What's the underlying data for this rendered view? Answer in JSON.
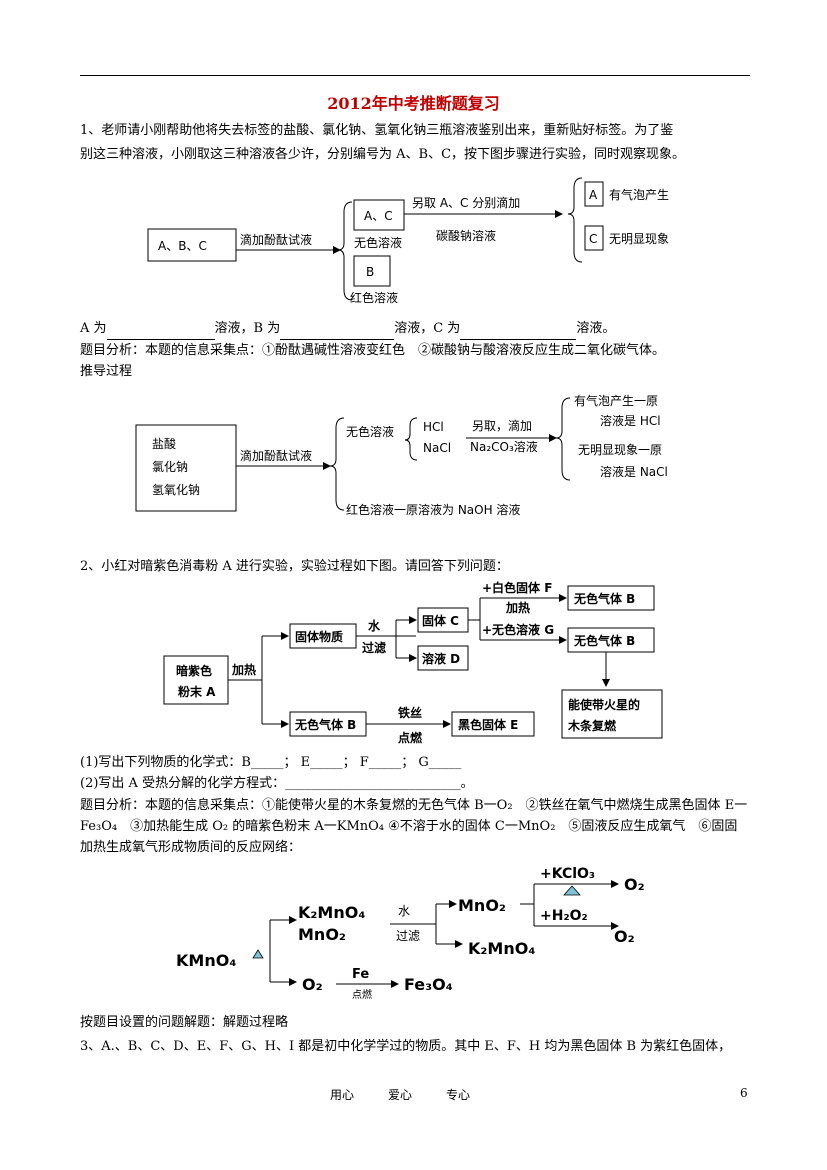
{
  "title": "2012年中考推断题复习",
  "q1": {
    "line1": "1、老师请小刚帮助他将失去标签的盐酸、氯化钠、氢氧化钠三瓶溶液鉴别出来，重新贴好标签。为了鉴",
    "line2": "别这三种溶液，小刚取这三种溶液各少许，分别编号为 A、B、C，按下图步骤进行实验，同时观察现象。",
    "d1": {
      "start": "A、B、C",
      "arrow1": "滴加酚酞试液",
      "box_ac": "A、C",
      "colorless": "无色溶液",
      "box_b": "B",
      "red": "红色溶液",
      "arrow2_top": "另取 A、C 分别滴加",
      "arrow2_bottom": "碳酸钠溶液",
      "box_a": "A",
      "res_a": "有气泡产生",
      "box_c": "C",
      "res_c": "无明显现象"
    },
    "answer_a": "A 为",
    "answer_b": "溶液，B 为",
    "answer_c": "溶液，C 为",
    "answer_end": "溶液。",
    "analysis": "题目分析：本题的信息采集点：①酚酞遇碱性溶液变红色　②碳酸钠与酸溶液反应生成二氧化碳气体。",
    "process": "推导过程",
    "d2": {
      "box1": "盐酸",
      "box2": "氯化钠",
      "box3": "氢氧化钠",
      "arrow": "滴加酚酞试液",
      "colorless": "无色溶液",
      "hcl": "HCl",
      "nacl": "NaCl",
      "arrow2_top": "另取，滴加",
      "arrow2_bottom": "Na₂CO₃溶液",
      "r1a": "有气泡产生一原",
      "r1b": "溶液是 HCl",
      "r2a": "无明显现象一原",
      "r2b": "溶液是 NaCl",
      "red": "红色溶液一原溶液为 NaOH 溶液"
    }
  },
  "q2": {
    "line1": "2、小红对暗紫色消毒粉 A 进行实验，实验过程如下图。请回答下列问题：",
    "d3": {
      "start1": "暗紫色",
      "start2": "粉末 A",
      "heat": "加热",
      "solid": "固体物质",
      "water": "水",
      "filter": "过滤",
      "solid_c": "固体 C",
      "solution_d": "溶液 D",
      "plus_f": "+白色固体 F",
      "heat2": "加热",
      "gas_b1": "无色气体 B",
      "plus_g": "+无色溶液 G",
      "gas_b2": "无色气体 B",
      "relight1": "能使带火星的",
      "relight2": "木条复燃",
      "gas_b3": "无色气体 B",
      "wire": "铁丝",
      "ignite": "点燃",
      "black_e": "黑色固体 E"
    },
    "q_formula": "(1)写出下列物质的化学式：B_____； E_____； F_____； G_____",
    "q_equation": "(2)写出 A 受热分解的化学方程式：___________________________。",
    "analysis": "题目分析：本题的信息采集点：①能使带火星的木条复燃的无色气体 B一O₂　②铁丝在氧气中燃烧生成黑色固体 E一Fe₃O₄　③加热能生成 O₂ 的暗紫色粉末 A一KMnO₄ ④不溶于水的固体 C一MnO₂　⑤固液反应生成氧气　⑥固固加热生成氧气形成物质间的反应网络：",
    "d4": {
      "kmno4": "KMnO₄",
      "k2mno4": "K₂MnO₄",
      "mno2": "MnO₂",
      "water": "水",
      "filter": "过滤",
      "mno2_b": "MnO₂",
      "kclo3": "+KClO₃",
      "o2_a": "O₂",
      "h2o2": "+H₂O₂",
      "o2_b": "O₂",
      "k2mno4_b": "K₂MnO₄",
      "o2_c": "O₂",
      "fe": "Fe",
      "ignite": "点燃",
      "fe3o4": "Fe₃O₄"
    },
    "solve": "按题目设置的问题解题：解题过程略"
  },
  "q3": {
    "line1": "3、A.、B、C、D、E、F、G、H、I 都是初中化学学过的物质。其中 E、F、H 均为黑色固体 B 为紫红色固体，"
  },
  "footer": {
    "w1": "用心",
    "w2": "爱心",
    "w3": "专心",
    "page": "6"
  }
}
